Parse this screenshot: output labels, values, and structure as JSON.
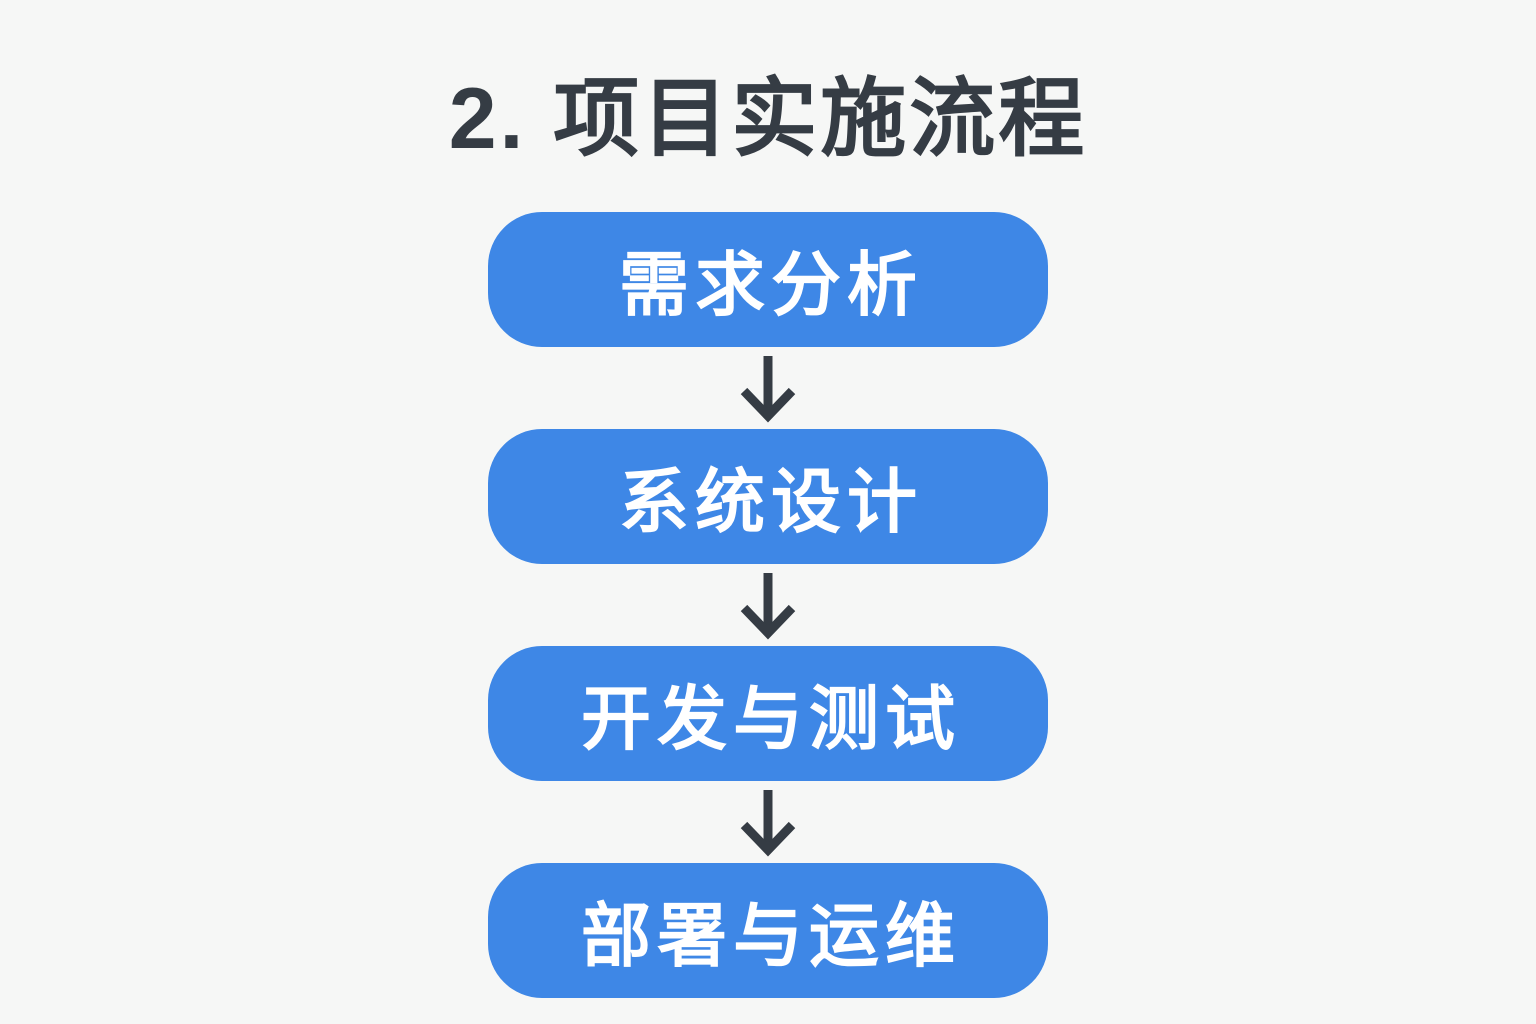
{
  "title": "2. 项目实施流程",
  "flow": {
    "steps": [
      {
        "id": "requirements-analysis",
        "label": "需求分析"
      },
      {
        "id": "system-design",
        "label": "系统设计"
      },
      {
        "id": "development-and-testing",
        "label": "开发与测试"
      },
      {
        "id": "deployment-and-operations",
        "label": "部署与运维"
      }
    ],
    "connector_icon": "down-arrow-icon"
  },
  "colors": {
    "background": "#f6f7f6",
    "box_fill": "#3e87e6",
    "box_text": "#ffffff",
    "title_text": "#353c44",
    "arrow": "#353c44"
  }
}
